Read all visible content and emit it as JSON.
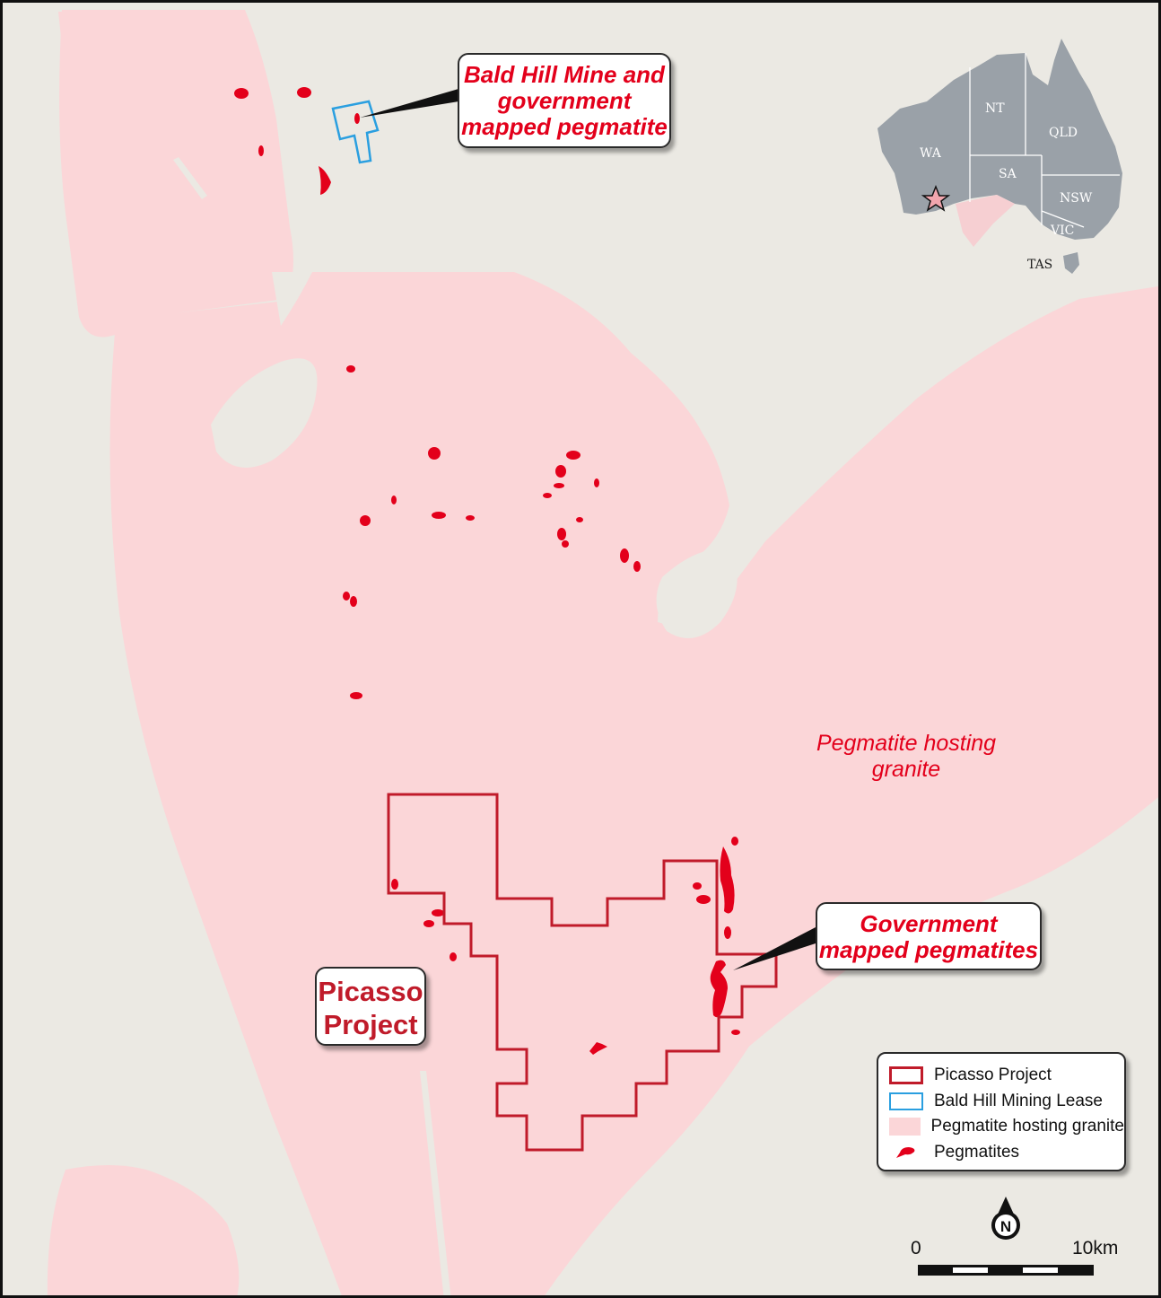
{
  "callouts": {
    "bald_hill": [
      "Bald Hill Mine and",
      "government",
      "mapped pegmatite"
    ],
    "government": [
      "Government",
      "mapped pegmatites"
    ],
    "picasso": [
      "Picasso",
      "Project"
    ]
  },
  "map_labels": {
    "granite_area": [
      "Pegmatite hosting",
      "granite"
    ]
  },
  "inset_map": {
    "states": [
      "WA",
      "NT",
      "QLD",
      "SA",
      "NSW",
      "VIC",
      "TAS"
    ]
  },
  "legend": {
    "items": [
      {
        "label": "Picasso Project",
        "symbol": "outline",
        "color": "#c01b2a"
      },
      {
        "label": "Bald Hill Mining Lease",
        "symbol": "outline",
        "color": "#2a9fe0"
      },
      {
        "label": "Pegmatite hosting granite",
        "symbol": "fill",
        "color": "#fbd6d8"
      },
      {
        "label": "Pegmatites",
        "symbol": "blob",
        "color": "#e3001b"
      }
    ]
  },
  "scale_bar": {
    "start_label": "0",
    "end_label": "10km"
  },
  "north_arrow": {
    "label": "N"
  },
  "colors": {
    "background": "#ebe9e3",
    "granite": "#fbd6d8",
    "pegmatite": "#e3001b",
    "project_outline": "#c01b2a",
    "lease_outline": "#2a9fe0",
    "inset_land": "#9aa1a8"
  }
}
